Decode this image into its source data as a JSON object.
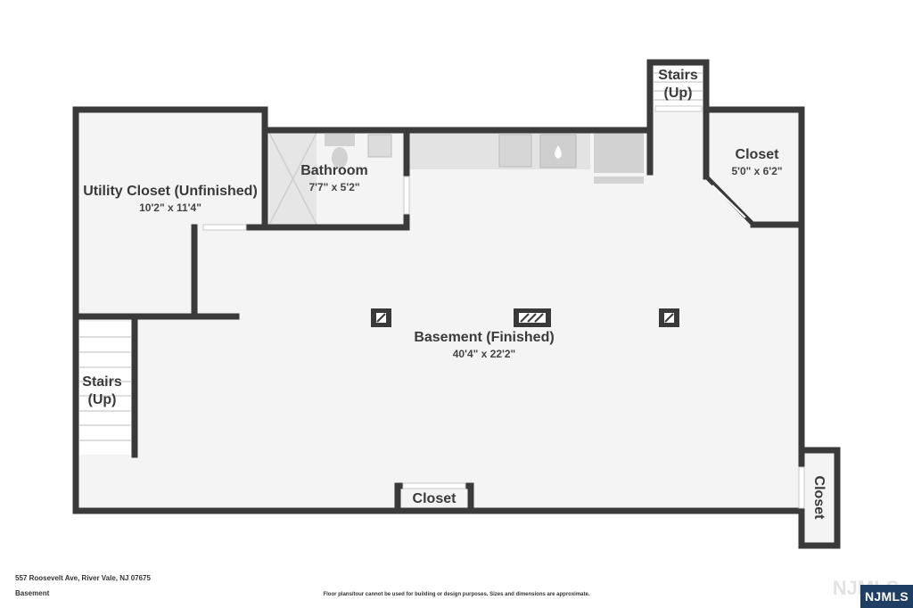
{
  "rooms": {
    "utility": {
      "name": "Utility Closet (Unfinished)",
      "dims": "10'2\" x 11'4\""
    },
    "bathroom": {
      "name": "Bathroom",
      "dims": "7'7\" x 5'2\""
    },
    "stairs_top": {
      "line1": "Stairs",
      "line2": "(Up)"
    },
    "closet_right": {
      "name": "Closet",
      "dims": "5'0\" x 6'2\""
    },
    "basement": {
      "name": "Basement (Finished)",
      "dims": "40'4\" x 22'2\""
    },
    "stairs_left": {
      "line1": "Stairs",
      "line2": "(Up)"
    },
    "closet_bottom": {
      "name": "Closet"
    },
    "closet_side": {
      "name": "Closet"
    }
  },
  "footer": {
    "address": "557 Roosevelt Ave, River Vale, NJ 07675",
    "level": "Basement",
    "disclaimer": "Floor plans/tour cannot be used for building or design purposes. Sizes and dimensions are approximate."
  },
  "logo": {
    "watermark": "NJMLS",
    "tag": "NJMLS",
    "brand_color": "#1f3e63"
  },
  "colors": {
    "wall": "#3a3a3a",
    "floor": "#f4f4f4",
    "fixture": "#d2d2d2"
  }
}
